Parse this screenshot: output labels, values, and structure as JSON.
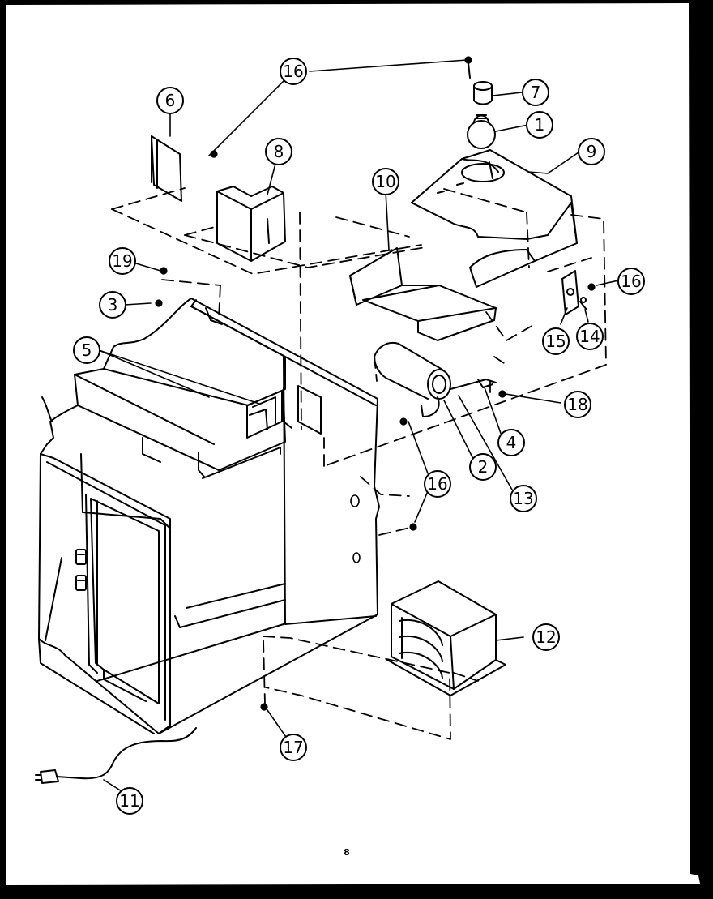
{
  "page": {
    "page_number": "8",
    "paper_color": "#ffffff",
    "ink_color": "#000000"
  },
  "callouts": [
    {
      "id": "c-16a",
      "label": "16"
    },
    {
      "id": "c-7",
      "label": "7"
    },
    {
      "id": "c-1",
      "label": "1"
    },
    {
      "id": "c-9",
      "label": "9"
    },
    {
      "id": "c-6",
      "label": "6"
    },
    {
      "id": "c-8",
      "label": "8"
    },
    {
      "id": "c-10",
      "label": "10"
    },
    {
      "id": "c-16b",
      "label": "16"
    },
    {
      "id": "c-15",
      "label": "15"
    },
    {
      "id": "c-14",
      "label": "14"
    },
    {
      "id": "c-19",
      "label": "19"
    },
    {
      "id": "c-3",
      "label": "3"
    },
    {
      "id": "c-5",
      "label": "5"
    },
    {
      "id": "c-18",
      "label": "18"
    },
    {
      "id": "c-4",
      "label": "4"
    },
    {
      "id": "c-2",
      "label": "2"
    },
    {
      "id": "c-16c",
      "label": "16"
    },
    {
      "id": "c-13",
      "label": "13"
    },
    {
      "id": "c-12",
      "label": "12"
    },
    {
      "id": "c-17",
      "label": "17"
    },
    {
      "id": "c-11",
      "label": "11"
    }
  ]
}
